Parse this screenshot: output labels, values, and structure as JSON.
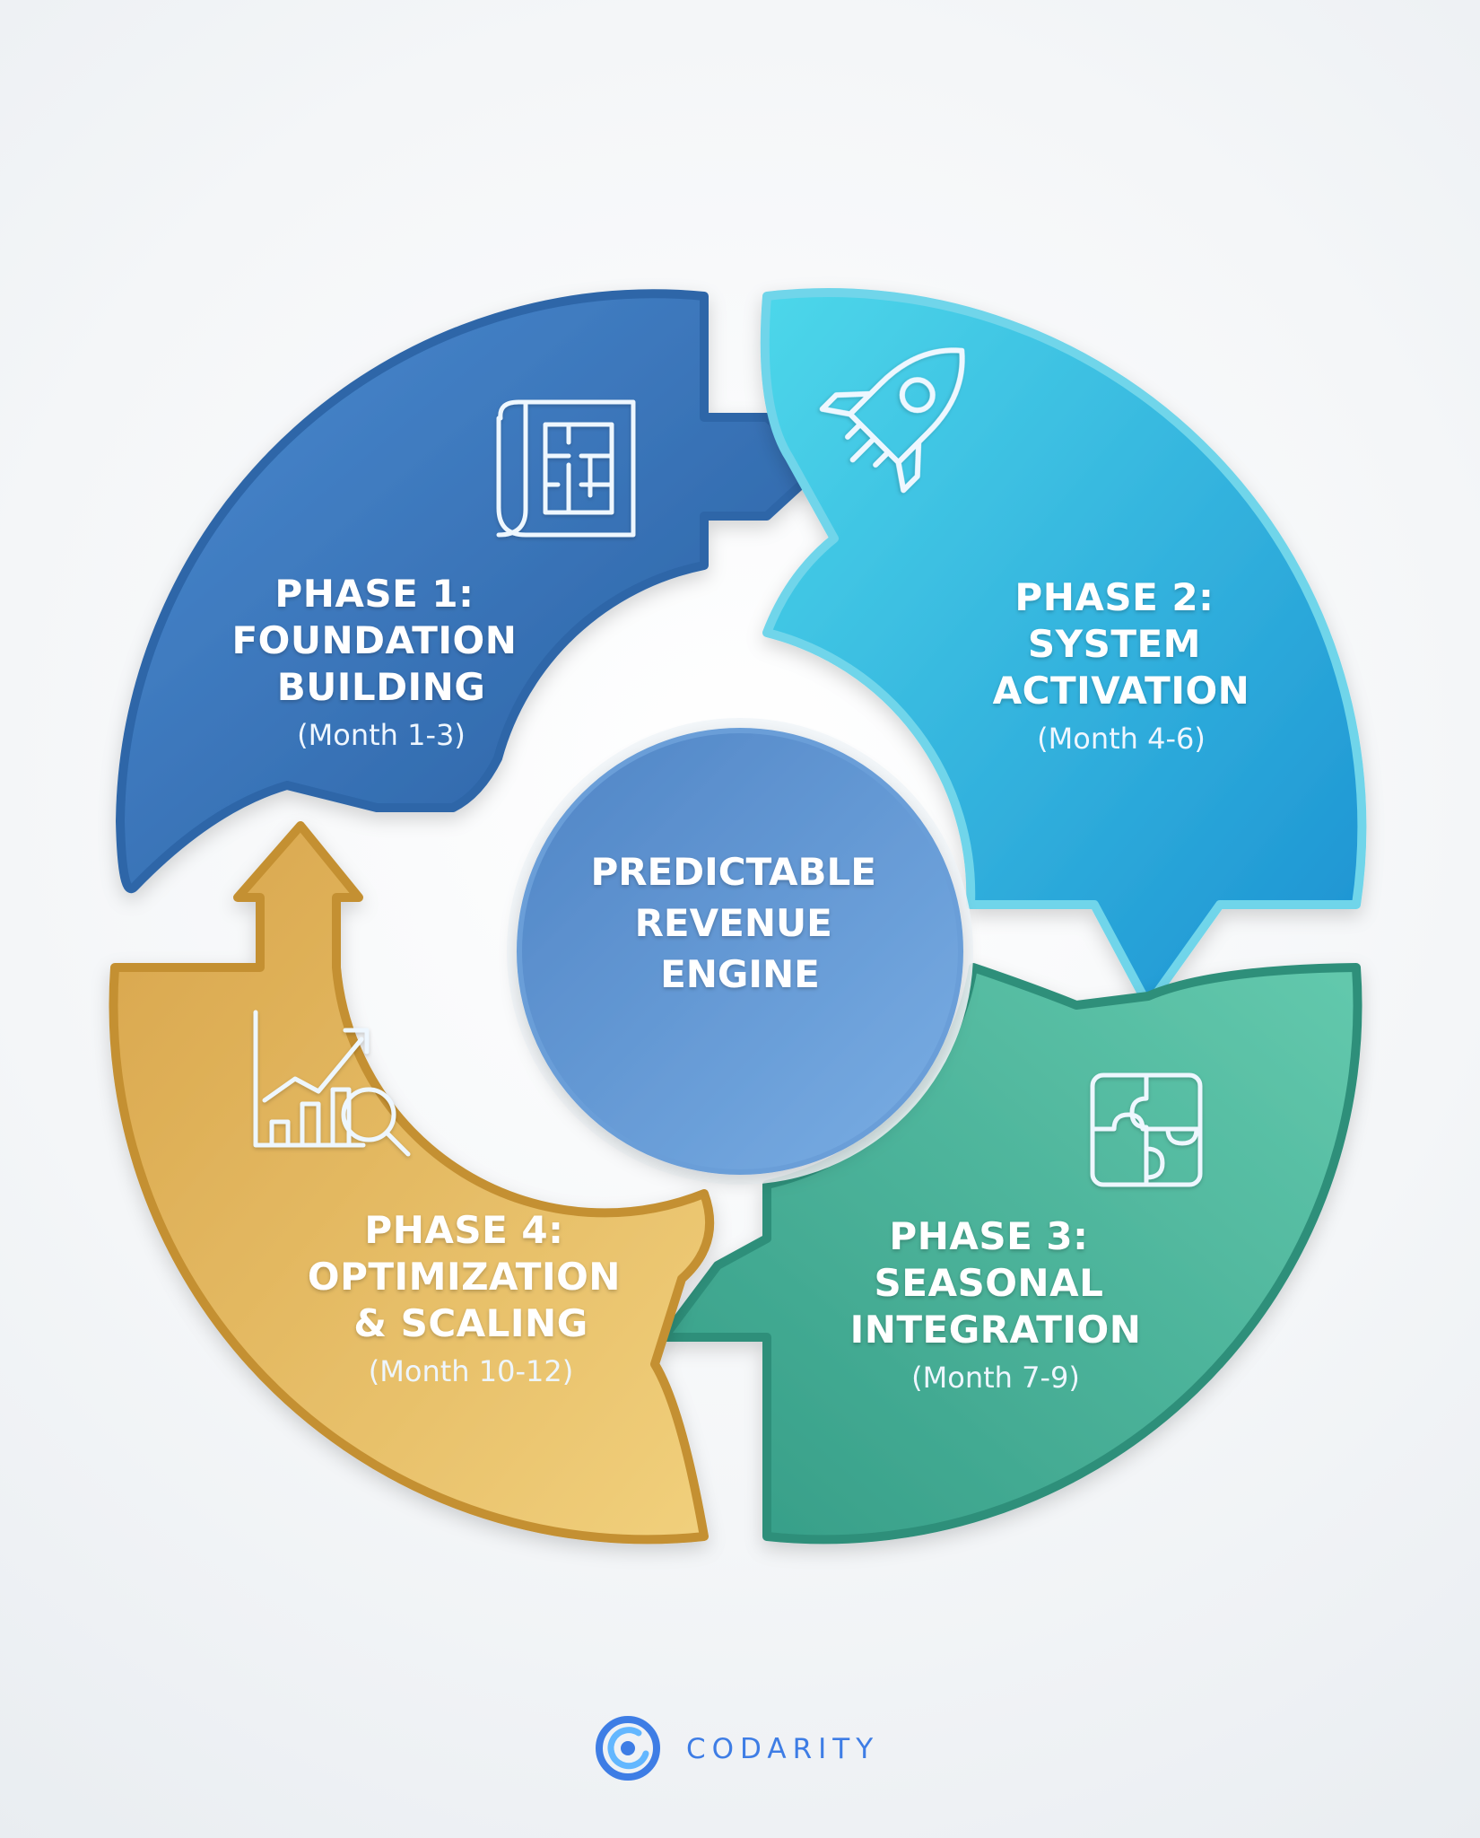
{
  "diagram": {
    "center": {
      "lines": [
        "PREDICTABLE",
        "REVENUE",
        "ENGINE"
      ]
    },
    "phases": [
      {
        "lines": [
          "PHASE 1:",
          "FOUNDATION",
          "BUILDING"
        ],
        "months": "(Month 1-3)",
        "icon": "blueprint-icon",
        "color": "#3f75b7"
      },
      {
        "lines": [
          "PHASE 2:",
          "SYSTEM",
          "ACTIVATION"
        ],
        "months": "(Month 4-6)",
        "icon": "rocket-icon",
        "color": "#2aa7dc"
      },
      {
        "lines": [
          "PHASE 3:",
          "SEASONAL",
          "INTEGRATION"
        ],
        "months": "(Month 7-9)",
        "icon": "puzzle-icon",
        "color": "#3fa991"
      },
      {
        "lines": [
          "PHASE 4:",
          "OPTIMIZATION",
          "& SCALING"
        ],
        "months": "(Month 10-12)",
        "icon": "growth-chart-search-icon",
        "color": "#dcaa4b"
      }
    ]
  },
  "brand": {
    "name": "CODARITY",
    "logo": "codarity-logo",
    "color": "#3e7de5"
  }
}
